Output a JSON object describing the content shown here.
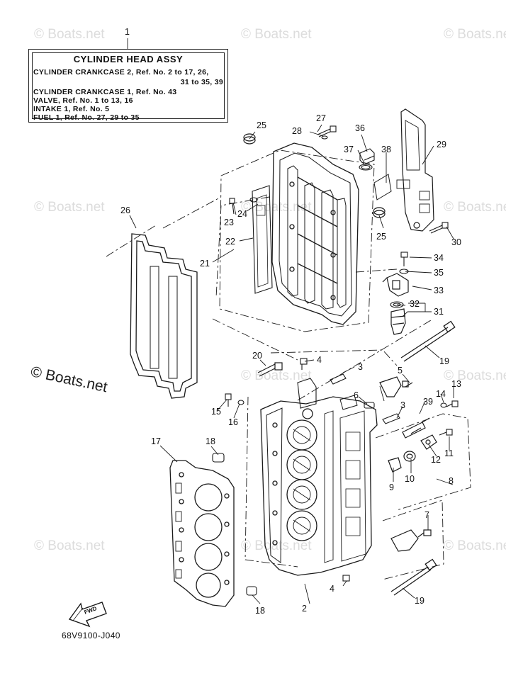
{
  "legend": {
    "title": "CYLINDER HEAD ASSY",
    "line1": "CYLINDER CRANKCASE 2,  Ref. No. 2 to 17, 26,",
    "line2": "31 to 35, 39",
    "line3": "CYLINDER CRANKCASE 1,  Ref. No. 43",
    "line4": "VALVE,  Ref. No. 1 to 13, 16",
    "line5": "INTAKE 1,  Ref. No. 5",
    "line6": "FUEL 1,  Ref. No. 27, 29 to 35"
  },
  "watermark_text": "© Boats.net",
  "brand_mark": "© Boats.net",
  "figure_code": "68V9100-J040",
  "fwd_label": "FWD",
  "callouts": {
    "c1": "1",
    "c2": "2",
    "c3a": "3",
    "c3b": "3",
    "c4a": "4",
    "c4b": "4",
    "c5": "5",
    "c6": "6",
    "c7": "7",
    "c8": "8",
    "c9": "9",
    "c10": "10",
    "c11": "11",
    "c12": "12",
    "c13": "13",
    "c14": "14",
    "c15": "15",
    "c16": "16",
    "c17": "17",
    "c18a": "18",
    "c18b": "18",
    "c19a": "19",
    "c19b": "19",
    "c20": "20",
    "c21": "21",
    "c22": "22",
    "c23": "23",
    "c24": "24",
    "c25a": "25",
    "c25b": "25",
    "c26": "26",
    "c27": "27",
    "c28": "28",
    "c29": "29",
    "c30": "30",
    "c31": "31",
    "c32": "32",
    "c33": "33",
    "c34": "34",
    "c35": "35",
    "c36": "36",
    "c37": "37",
    "c38": "38",
    "c39": "39"
  }
}
